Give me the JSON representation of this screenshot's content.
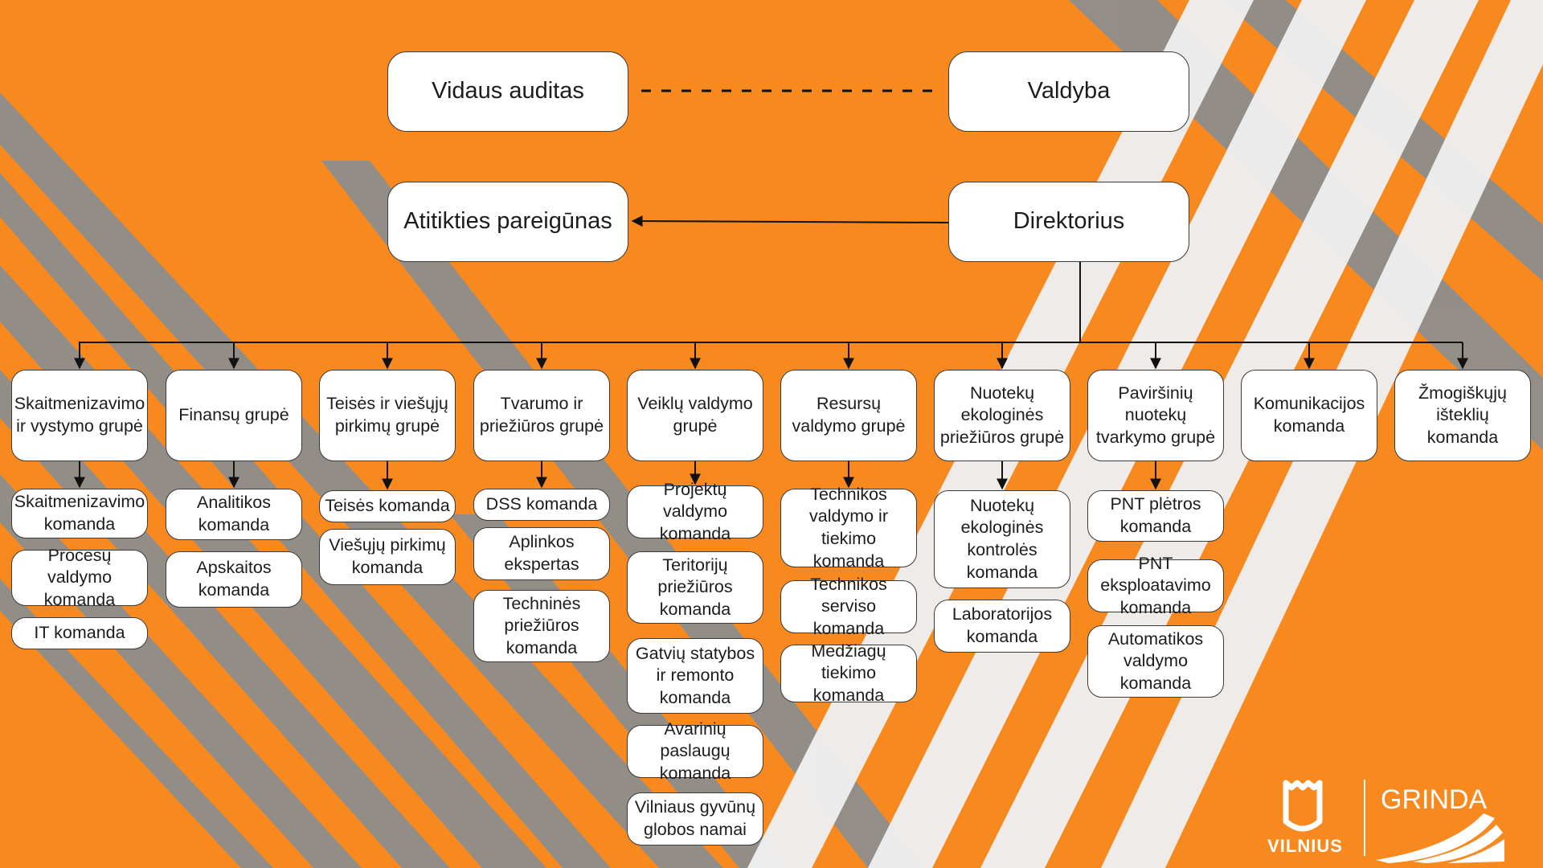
{
  "top": {
    "audit": "Vidaus auditas",
    "board": "Valdyba",
    "compliance": "Atitikties pareigūnas",
    "director": "Direktorius"
  },
  "groups": [
    {
      "name": "Skaitmenizavimo ir vystymo grupė",
      "teams": [
        "Skaitmenizavimo komanda",
        "Procesų valdymo komanda",
        "IT komanda"
      ]
    },
    {
      "name": "Finansų grupė",
      "teams": [
        "Analitikos komanda",
        "Apskaitos komanda"
      ]
    },
    {
      "name": "Teisės ir viešųjų pirkimų grupė",
      "teams": [
        "Teisės komanda",
        "Viešųjų pirkimų komanda"
      ]
    },
    {
      "name": "Tvarumo ir priežiūros grupė",
      "teams": [
        "DSS komanda",
        "Aplinkos ekspertas",
        "Techninės priežiūros komanda"
      ]
    },
    {
      "name": "Veiklų valdymo grupė",
      "teams": [
        "Projektų valdymo komanda",
        "Teritorijų priežiūros komanda",
        "Gatvių statybos ir remonto komanda",
        "Avarinių paslaugų komanda",
        "Vilniaus gyvūnų globos namai"
      ]
    },
    {
      "name": "Resursų valdymo grupė",
      "teams": [
        "Technikos valdymo ir tiekimo komanda",
        "Technikos serviso komanda",
        "Medžiagų tiekimo komanda"
      ]
    },
    {
      "name": "Nuotekų ekologinės priežiūros grupė",
      "teams": [
        "Nuotekų ekologinės kontrolės komanda",
        "Laboratorijos komanda"
      ]
    },
    {
      "name": "Paviršinių nuotekų tvarkymo grupė",
      "teams": [
        "PNT plėtros komanda",
        "PNT eksploatavimo komanda",
        "Automatikos valdymo komanda"
      ]
    },
    {
      "name": "Komunikacijos komanda",
      "teams": []
    },
    {
      "name": "Žmogiškųjų išteklių komanda",
      "teams": []
    }
  ],
  "logo": {
    "city": "VILNIUS",
    "brand": "GRINDA"
  },
  "colors": {
    "background": "#F7891F",
    "stripe_gray": "#8E8E8E",
    "stripe_light": "#EFEFEF",
    "box_border": "#3a3a3a"
  }
}
